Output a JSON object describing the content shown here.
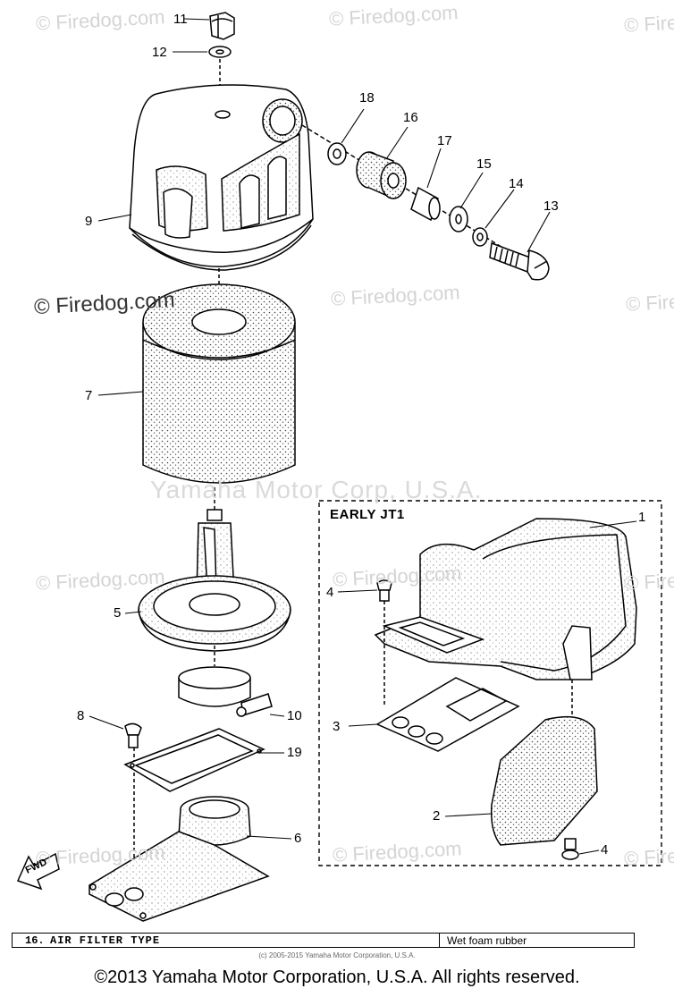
{
  "watermarks": {
    "faint": "© Firedog.com",
    "dark": "© Firedog.com",
    "center": "Yamaha Motor Corp, U.S.A."
  },
  "inset": {
    "title": "EARLY JT1"
  },
  "callouts": [
    "11",
    "12",
    "18",
    "16",
    "17",
    "15",
    "14",
    "13",
    "9",
    "7",
    "5",
    "10",
    "8",
    "19",
    "6",
    "1",
    "4",
    "3",
    "2",
    "4"
  ],
  "fwd_label": "FWD",
  "spec": {
    "number": "16.",
    "label": "AIR FILTER TYPE",
    "value": "Wet foam rubber"
  },
  "small_note": "(c) 2005-2015 Yamaha Motor Corporation, U.S.A.",
  "footer": "©2013 Yamaha Motor Corporation, U.S.A. All rights reserved."
}
